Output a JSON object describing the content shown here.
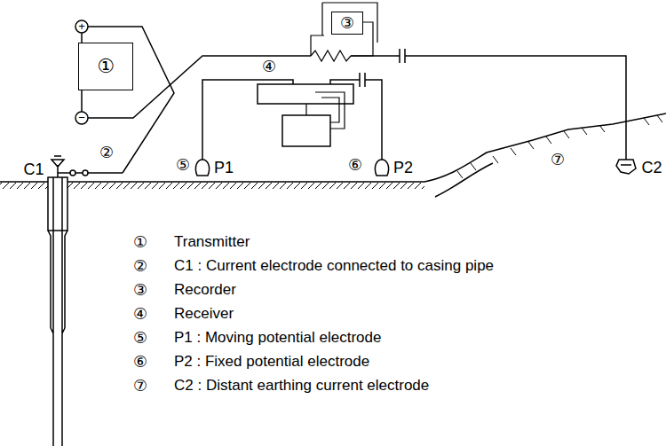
{
  "diagram": {
    "nodes": [
      {
        "text": [
          "①"
        ]
      },
      {
        "text": [
          "③"
        ]
      },
      {
        "text": [
          "④"
        ]
      }
    ],
    "labels": [
      "+",
      "−",
      "②",
      "C1",
      "⑤",
      "P1",
      "⑥",
      "P2",
      "⑦",
      "C2",
      "①",
      "Transmitter",
      "②",
      "C1 : Current electrode connected to casing pipe",
      "③",
      "Recorder",
      "④",
      "Receiver",
      "⑤",
      "P1 : Moving potential electrode",
      "⑥",
      "P2 : Fixed potential electrode",
      "⑦",
      "C2 : Distant earthing current electrode"
    ]
  }
}
